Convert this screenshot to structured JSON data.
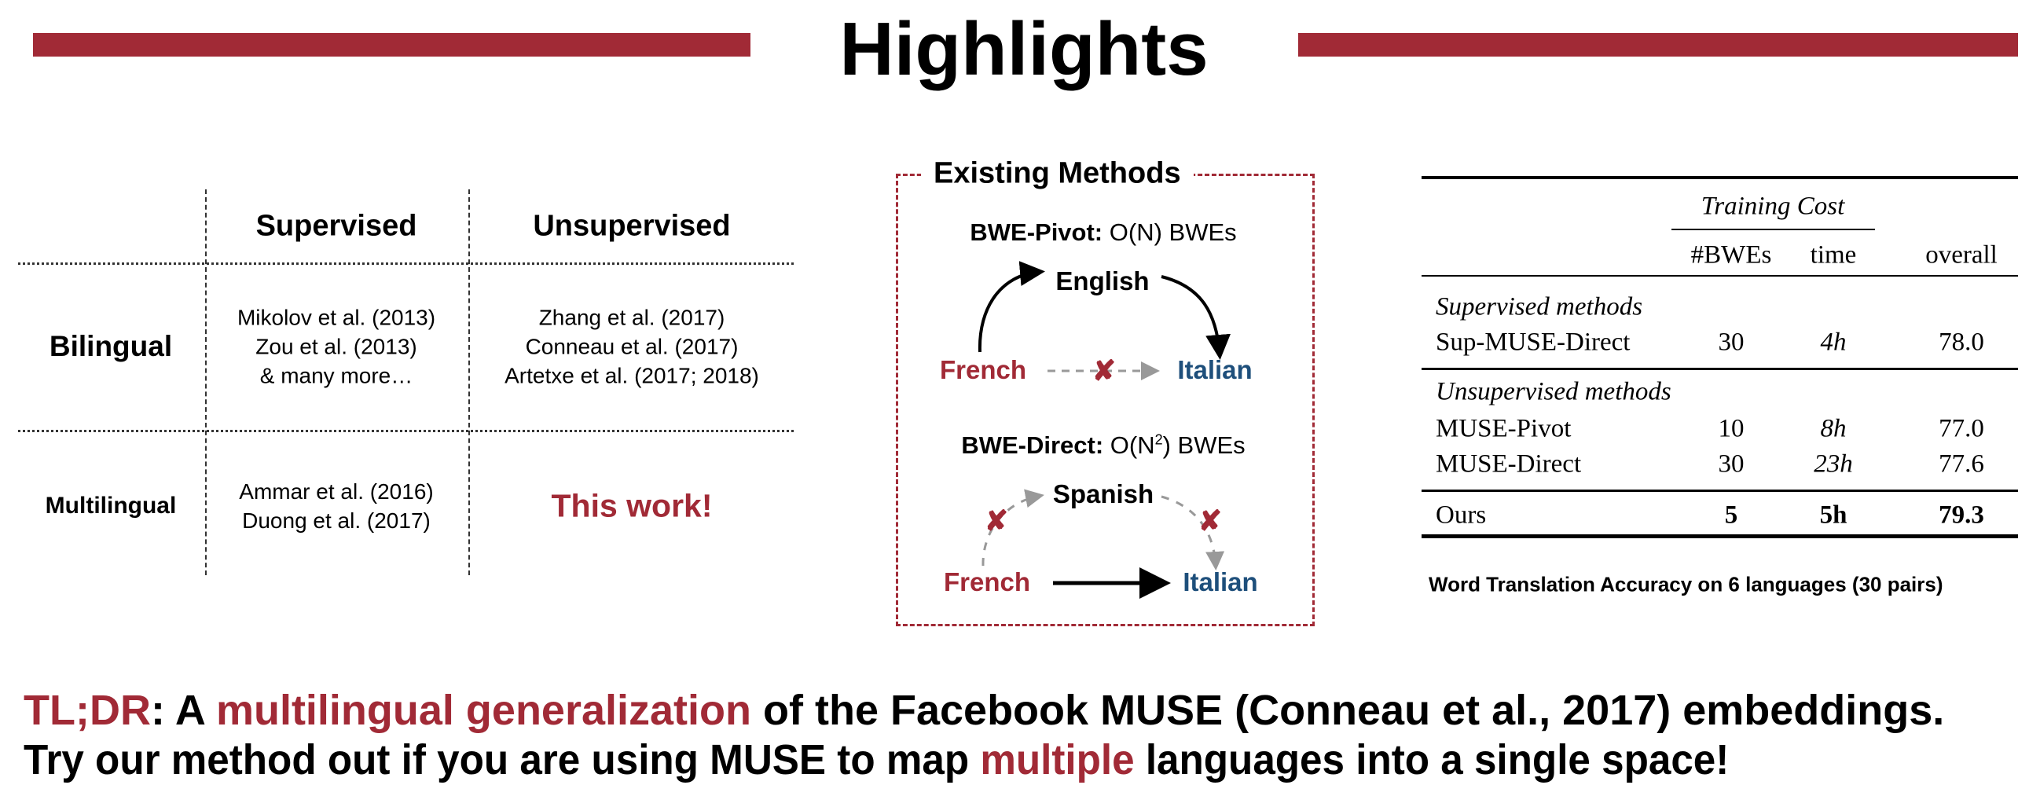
{
  "title": "Highlights",
  "colors": {
    "accent_red": "#a12a36",
    "accent_blue": "#1e4f7b"
  },
  "grid": {
    "col_headers": [
      "Supervised",
      "Unsupervised"
    ],
    "rows": [
      {
        "label": "Bilingual",
        "supervised": [
          "Mikolov et al. (2013)",
          "Zou et al. (2013)",
          "& many more…"
        ],
        "unsupervised": [
          "Zhang et al. (2017)",
          "Conneau et al. (2017)",
          "Artetxe et al. (2017; 2018)"
        ]
      },
      {
        "label": "Multilingual",
        "supervised": [
          "Ammar et al. (2016)",
          "Duong et al. (2017)"
        ],
        "unsupervised": [
          "This work!"
        ]
      }
    ]
  },
  "existing": {
    "title": "Existing Methods",
    "pivot": {
      "label": "BWE-Pivot:",
      "complexity": "O(N) BWEs",
      "hub": "English",
      "source": "French",
      "target": "Italian"
    },
    "direct": {
      "label": "BWE-Direct:",
      "complexity_pre": "O(N",
      "complexity_sup": "2",
      "complexity_post": ") BWEs",
      "hub": "Spanish",
      "source": "French",
      "target": "Italian"
    }
  },
  "results": {
    "group_header": "Training Cost",
    "columns": [
      "#BWEs",
      "time",
      "overall"
    ],
    "sections": [
      {
        "title": "Supervised methods",
        "rows": [
          {
            "method": "Sup-MUSE-Direct",
            "bwes": "30",
            "time": "4h",
            "overall": "78.0"
          }
        ]
      },
      {
        "title": "Unsupervised methods",
        "rows": [
          {
            "method": "MUSE-Pivot",
            "bwes": "10",
            "time": "8h",
            "overall": "77.0"
          },
          {
            "method": "MUSE-Direct",
            "bwes": "30",
            "time": "23h",
            "overall": "77.6"
          }
        ]
      }
    ],
    "ours": {
      "method": "Ours",
      "bwes": "5",
      "time": "5h",
      "overall": "79.3"
    },
    "caption": "Word Translation Accuracy on 6 languages (30 pairs)"
  },
  "tldr": {
    "line1": [
      "TL;DR",
      ": A ",
      "multilingual generalization",
      " of the Facebook MUSE (Conneau et al., 2017) embeddings."
    ],
    "line2": [
      "Try our method out if you are using MUSE to map ",
      "multiple",
      " languages into a single space!"
    ]
  }
}
